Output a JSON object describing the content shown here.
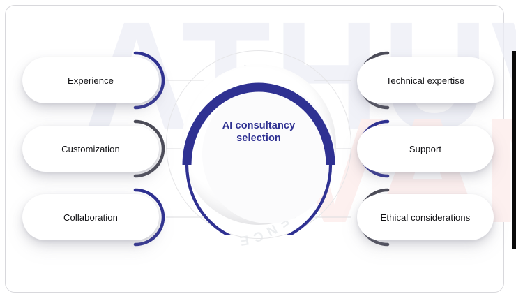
{
  "diagram": {
    "title": "AI consultancy selection diagram",
    "hub": {
      "line1": "AI consultancy",
      "line2": "selection",
      "text_color": "#2f3192"
    },
    "watermark": {
      "big_text": "ATHUVA",
      "red_text": "VAM",
      "ring_text": "APPLYING  EXPERIENCE"
    },
    "colors": {
      "blue": "#2f3192",
      "gray": "#4c4c58",
      "guide_line": "#e3e3e6",
      "frame_border": "#d8d8dc",
      "edge_strip": "#0a0a0a",
      "pill_background": "#ffffff",
      "pill_text": "#111114"
    },
    "nodes_left": [
      {
        "label": "Experience",
        "accent": "#2f3192"
      },
      {
        "label": "Customization",
        "accent": "#4c4c58"
      },
      {
        "label": "Collaboration",
        "accent": "#2f3192"
      }
    ],
    "nodes_right": [
      {
        "label": "Technical expertise",
        "accent": "#4c4c58"
      },
      {
        "label": "Support",
        "accent": "#2f3192"
      },
      {
        "label": "Ethical considerations",
        "accent": "#4c4c58"
      }
    ]
  }
}
